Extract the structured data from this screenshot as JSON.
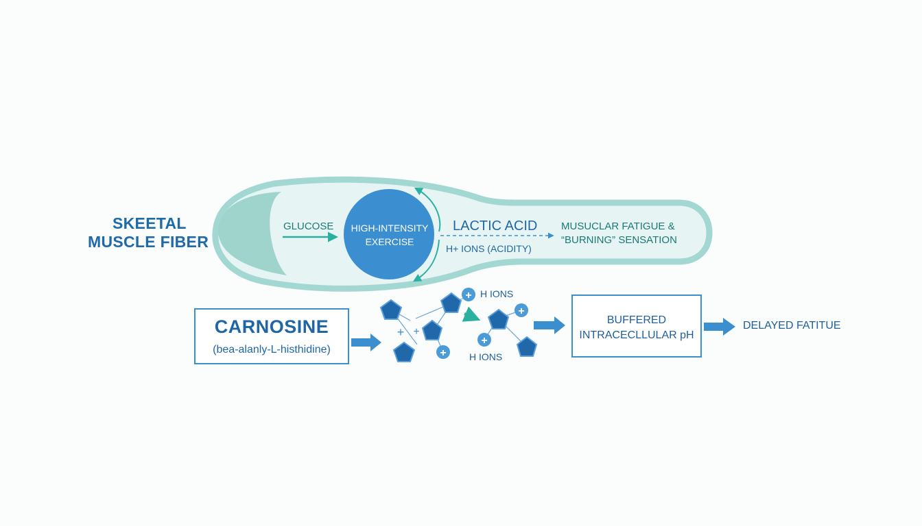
{
  "labels": {
    "fiber_line1": "SKEETAL",
    "fiber_line2": "MUSCLE FIBER",
    "glucose": "GLUCOSE",
    "exercise_line1": "HIGH-INTENSITY",
    "exercise_line2": "EXERCISE",
    "lactic_acid": "LACTIC ACID",
    "h_ions_acidity": "H+ IONS (ACIDITY)",
    "fatigue_line1": "MUSUCLAR FATIGUE &",
    "fatigue_line2": "“BURNING” SENSATION",
    "h_ions_top": "H IONS",
    "h_ions_bottom": "H IONS",
    "plus": "+",
    "carnosine_title": "CARNOSINE",
    "carnosine_sub": "(bea-alanly-L-histhidine)",
    "buffered_line1": "BUFFERED",
    "buffered_line2": "INTRACECLLULAR pH",
    "delayed": "DELAYED FATITUE"
  },
  "colors": {
    "fiber_fill": "#e6f4f3",
    "fiber_stroke": "#a3d8d2",
    "circle": "#3b8fd0",
    "teal_text": "#197a73",
    "blue_text": "#1f67a4",
    "arrow_blue": "#3b8fcf",
    "arrow_teal": "#2ab09f",
    "molecule_dark": "#2068aa",
    "ion_circle": "#4a9bd6"
  }
}
